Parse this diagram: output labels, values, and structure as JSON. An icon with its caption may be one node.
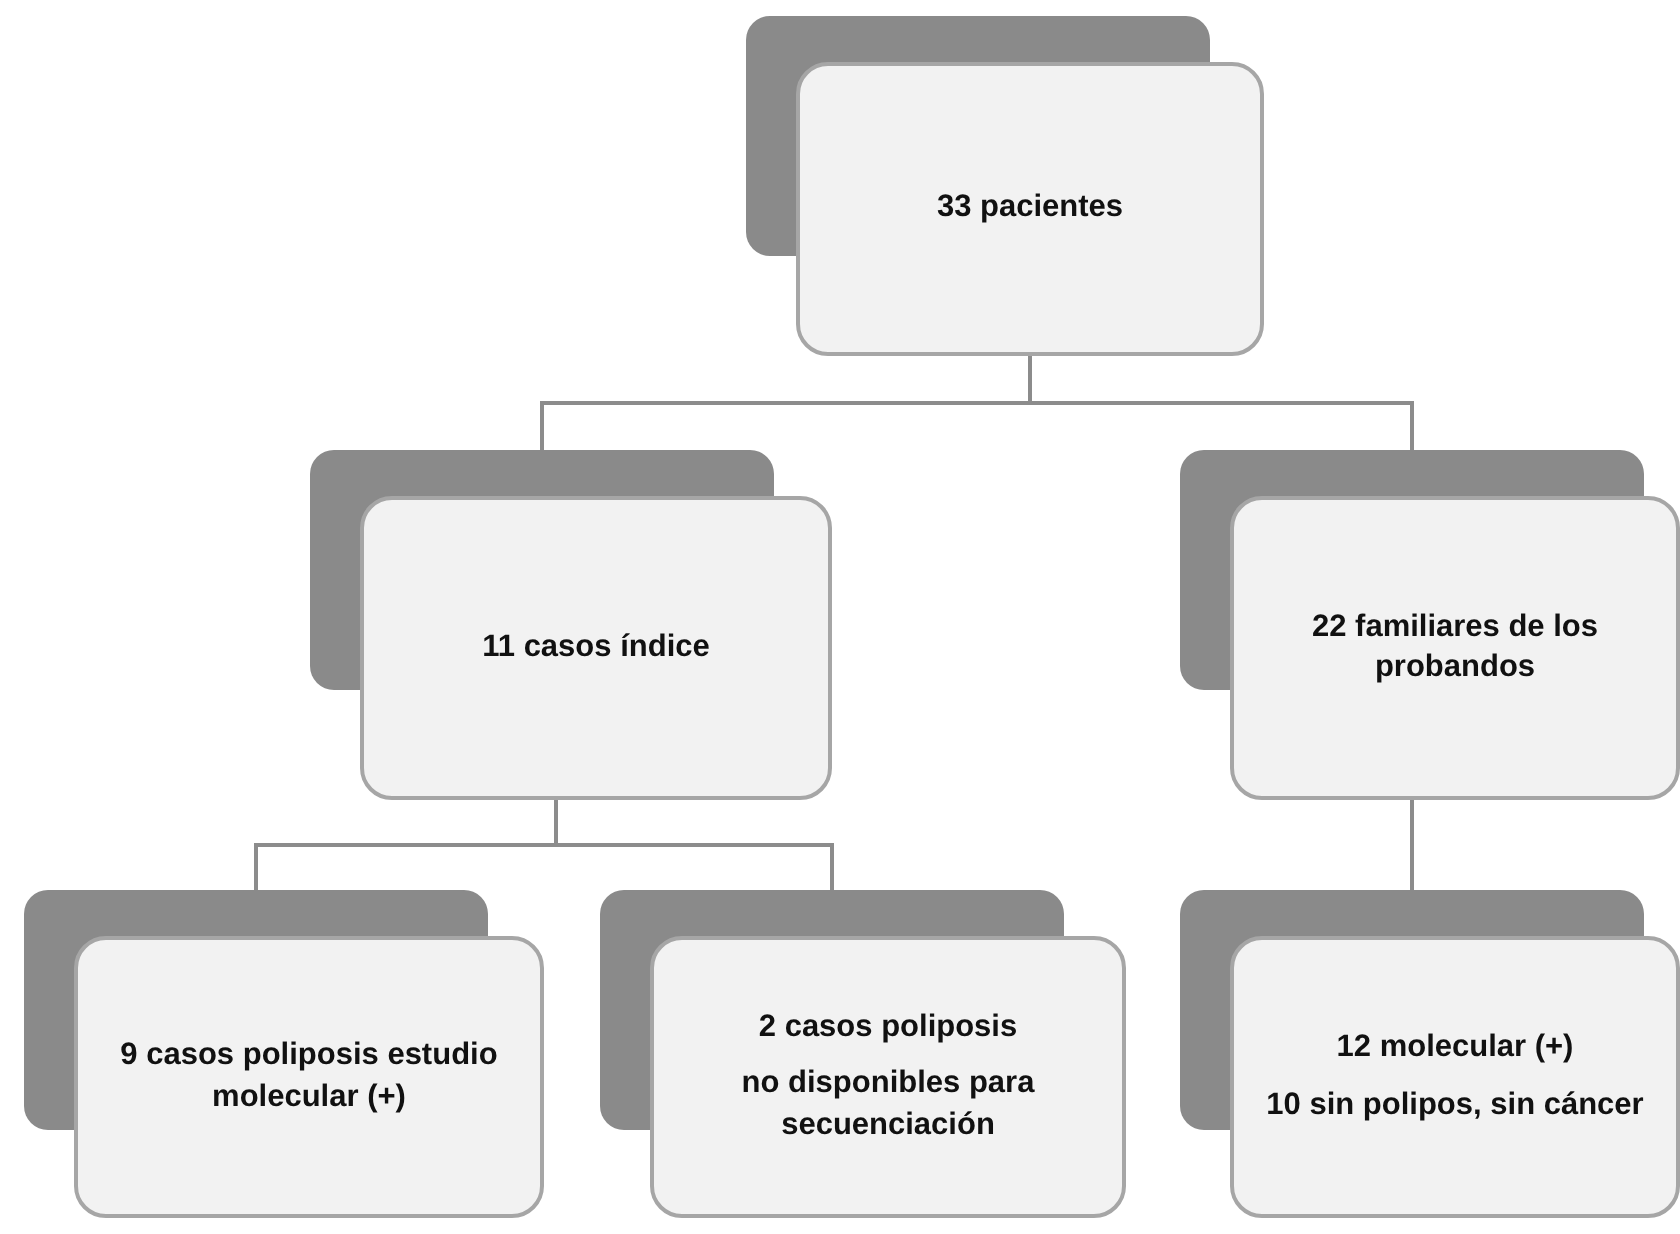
{
  "diagram": {
    "nodes": [
      {
        "text": [
          "33 pacientes"
        ]
      },
      {
        "text": [
          "11 casos índice"
        ]
      },
      {
        "text": [
          "22  familiares de los probandos"
        ]
      },
      {
        "text": [
          "9 casos poliposis estudio molecular (+)"
        ]
      },
      {
        "text": [
          "2 casos poliposis",
          "no disponibles para secuenciación"
        ]
      },
      {
        "text": [
          "12 molecular (+)",
          "10 sin polipos, sin cáncer"
        ]
      }
    ],
    "edges": [
      {
        "from": 0,
        "to": 1,
        "arrow": "none"
      },
      {
        "from": 0,
        "to": 2,
        "arrow": "none"
      },
      {
        "from": 1,
        "to": 3,
        "arrow": "none"
      },
      {
        "from": 1,
        "to": 4,
        "arrow": "none"
      },
      {
        "from": 2,
        "to": 5,
        "arrow": "none"
      }
    ]
  }
}
